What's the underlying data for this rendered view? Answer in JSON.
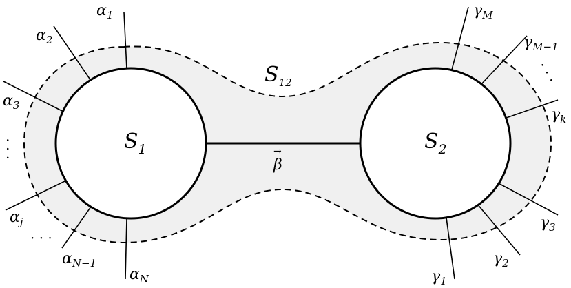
{
  "region": {
    "base": "S",
    "sub": "12",
    "fill": "#f0f0f0"
  },
  "left_sphere": {
    "base": "S",
    "sub": "1"
  },
  "right_sphere": {
    "base": "S",
    "sub": "2"
  },
  "connector": {
    "text": "β",
    "arrow": "→"
  },
  "left_legs": [
    {
      "base": "α",
      "sub": "1"
    },
    {
      "base": "α",
      "sub": "2"
    },
    {
      "base": "α",
      "sub": "3"
    },
    {
      "base": "α",
      "sub": "j"
    },
    {
      "base": "α",
      "sub": "N−1"
    },
    {
      "base": "α",
      "sub": "N"
    }
  ],
  "right_legs": [
    {
      "base": "γ",
      "sub": "M"
    },
    {
      "base": "γ",
      "sub": "M−1"
    },
    {
      "base": "γ",
      "sub": "k"
    },
    {
      "base": "γ",
      "sub": "3"
    },
    {
      "base": "γ",
      "sub": "2"
    },
    {
      "base": "γ",
      "sub": "1"
    }
  ],
  "ellipsis": "·  ·  ·"
}
